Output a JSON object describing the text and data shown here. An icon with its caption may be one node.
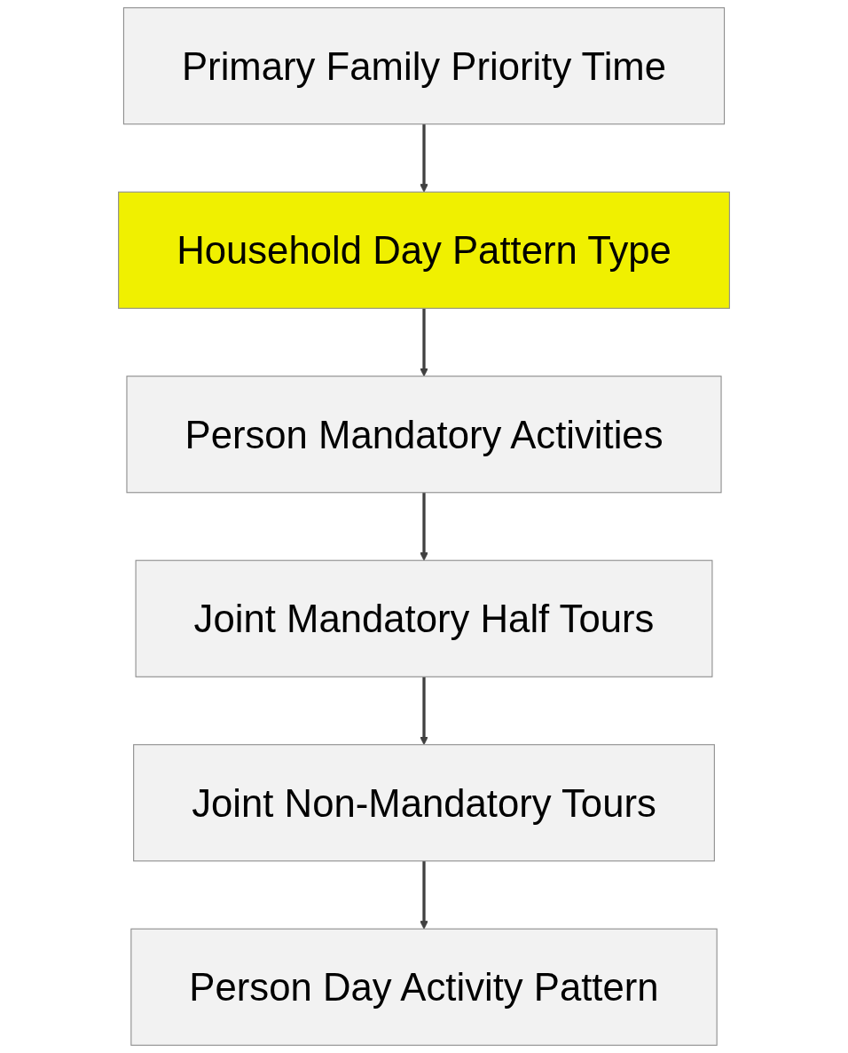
{
  "diagram": {
    "nodes": [
      {
        "text": [
          "Primary Family Priority Time"
        ]
      },
      {
        "text": [
          "Household Day Pattern Type"
        ]
      },
      {
        "text": [
          "Person Mandatory Activities"
        ]
      },
      {
        "text": [
          "Joint Mandatory Half Tours"
        ]
      },
      {
        "text": [
          "Joint Non-Mandatory Tours"
        ]
      },
      {
        "text": [
          "Person Day Activity Pattern"
        ]
      }
    ],
    "edges": [
      {
        "from": 0,
        "to": 1,
        "arrow": "to"
      },
      {
        "from": 1,
        "to": 2,
        "arrow": "to"
      },
      {
        "from": 2,
        "to": 3,
        "arrow": "to"
      },
      {
        "from": 3,
        "to": 4,
        "arrow": "to"
      },
      {
        "from": 4,
        "to": 5,
        "arrow": "to"
      }
    ]
  }
}
